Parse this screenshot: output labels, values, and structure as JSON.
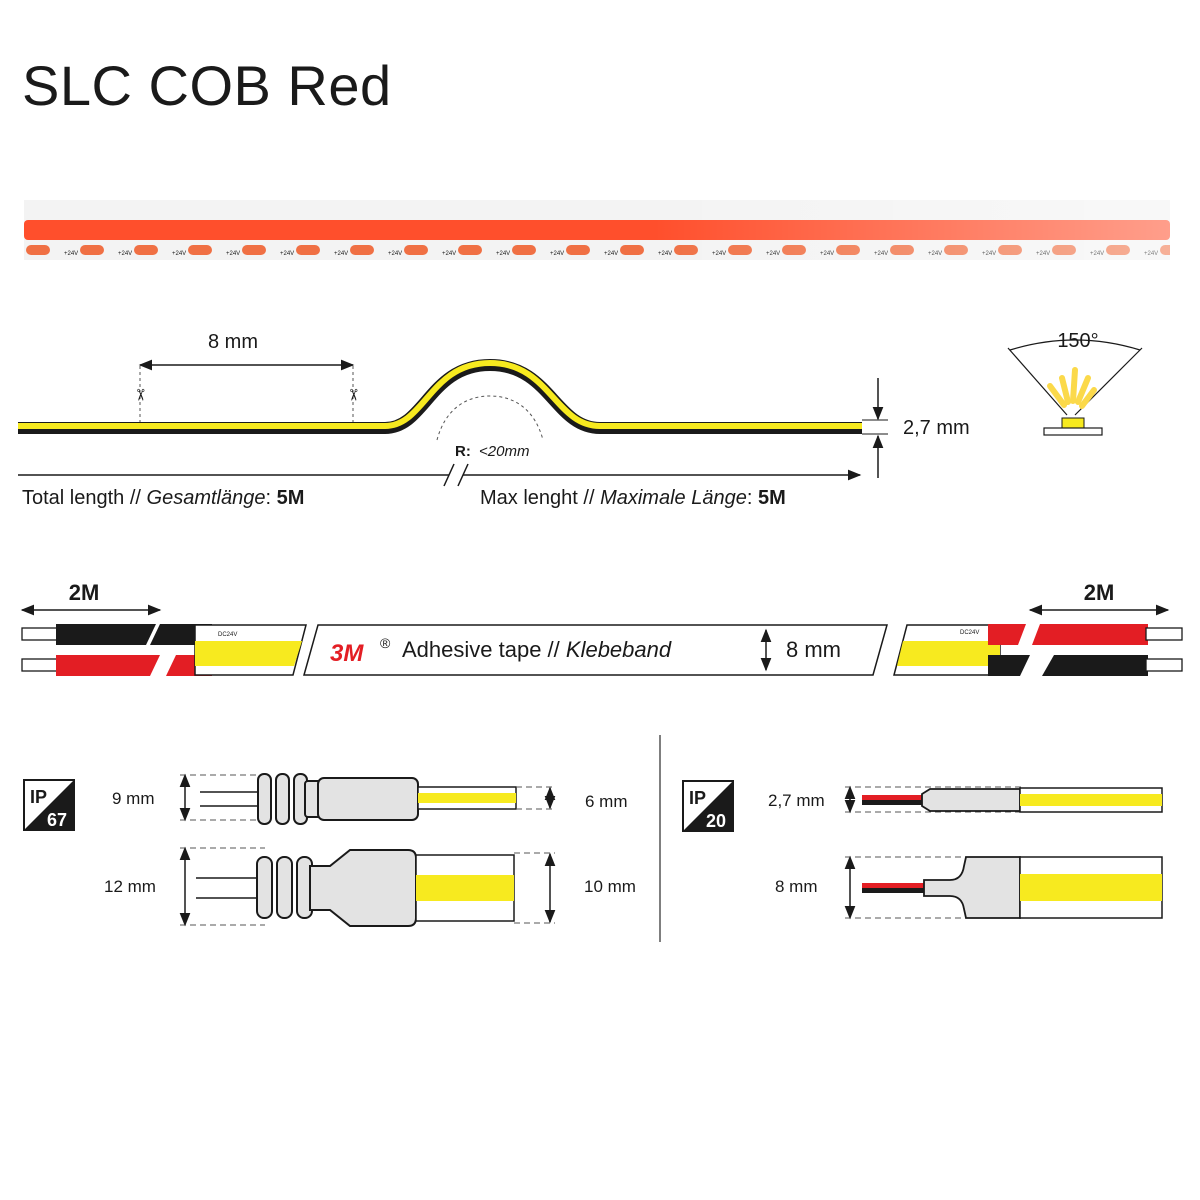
{
  "title": "SLC COB Red",
  "strip": {
    "voltage_label": "+24V",
    "color_led": "#f07044",
    "color_line": "#ff4f2c"
  },
  "profile": {
    "cut_spacing": "8 mm",
    "thickness": "2,7 mm",
    "bend_radius_prefix": "R:",
    "bend_radius_value": "<20mm",
    "beam_angle": "150°",
    "total_length_label": "Total length",
    "total_length_sep": " // ",
    "total_length_de": "Gesamtlänge",
    "total_length_colon": ": ",
    "total_length_value": "5M",
    "max_length_label": "Max lenght",
    "max_length_sep": " // ",
    "max_length_de": "Maximale Länge",
    "max_length_colon": ": ",
    "max_length_value": "5M"
  },
  "wiring": {
    "left_cable": "2M",
    "right_cable": "2M",
    "pcb_marking": "DC24V",
    "tape_logo": "3M",
    "tape_registered": "®",
    "tape_label": "Adhesive tape",
    "tape_sep": " // ",
    "tape_label_de": "Klebeband",
    "tape_width": "8 mm"
  },
  "ip67": {
    "badge_top": "IP",
    "badge_bottom": "67",
    "small_connector": "9 mm",
    "small_strip": "6 mm",
    "large_connector": "12 mm",
    "large_strip": "10 mm"
  },
  "ip20": {
    "badge_top": "IP",
    "badge_bottom": "20",
    "small_height": "2,7 mm",
    "large_height": "8 mm"
  },
  "colors": {
    "yellow": "#f7ea1f",
    "red_wire": "#e31e24",
    "black_wire": "#1a1a1a",
    "connector_grey": "#e3e3e3",
    "beam_yellow": "#fbd94a"
  }
}
